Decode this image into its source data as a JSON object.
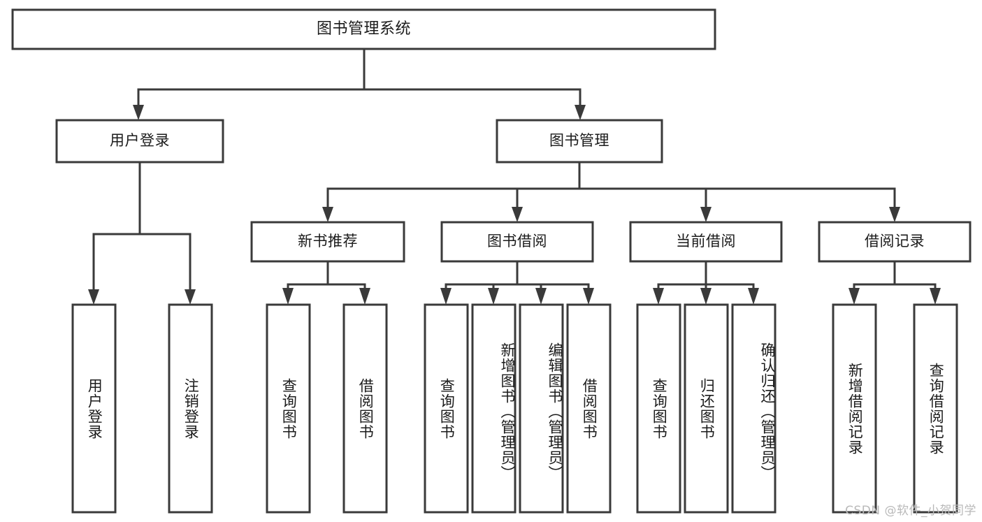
{
  "diagram": {
    "type": "tree-hierarchy-chart",
    "root": {
      "id": "root",
      "label": "图书管理系统",
      "orientation": "horizontal"
    },
    "level1": [
      {
        "id": "user-login",
        "label": "用户登录",
        "orientation": "horizontal"
      },
      {
        "id": "book-manage",
        "label": "图书管理",
        "orientation": "horizontal"
      }
    ],
    "level2": [
      {
        "id": "new-book-recommend",
        "label": "新书推荐",
        "orientation": "horizontal",
        "parent": "book-manage"
      },
      {
        "id": "book-borrow",
        "label": "图书借阅",
        "orientation": "horizontal",
        "parent": "book-manage"
      },
      {
        "id": "current-borrow",
        "label": "当前借阅",
        "orientation": "horizontal",
        "parent": "book-manage"
      },
      {
        "id": "borrow-record",
        "label": "借阅记录",
        "orientation": "horizontal",
        "parent": "book-manage"
      }
    ],
    "leaves": [
      {
        "id": "leaf-user-login",
        "label": "用户登录",
        "orientation": "vertical",
        "parent": "user-login"
      },
      {
        "id": "leaf-logout-login",
        "label": "注销登录",
        "orientation": "vertical",
        "parent": "user-login"
      },
      {
        "id": "leaf-query-book-1",
        "label": "查询图书",
        "orientation": "vertical",
        "parent": "new-book-recommend"
      },
      {
        "id": "leaf-borrow-book-1",
        "label": "借阅图书",
        "orientation": "vertical",
        "parent": "new-book-recommend"
      },
      {
        "id": "leaf-query-book-2",
        "label": "查询图书",
        "orientation": "vertical",
        "parent": "book-borrow"
      },
      {
        "id": "leaf-add-book-admin",
        "label": "新增图书（管理员）",
        "orientation": "vertical",
        "parent": "book-borrow"
      },
      {
        "id": "leaf-edit-book-admin",
        "label": "编辑图书（管理员）",
        "orientation": "vertical",
        "parent": "book-borrow"
      },
      {
        "id": "leaf-borrow-book-2",
        "label": "借阅图书",
        "orientation": "vertical",
        "parent": "book-borrow"
      },
      {
        "id": "leaf-query-book-3",
        "label": "查询图书",
        "orientation": "vertical",
        "parent": "current-borrow"
      },
      {
        "id": "leaf-return-book",
        "label": "归还图书",
        "orientation": "vertical",
        "parent": "current-borrow"
      },
      {
        "id": "leaf-confirm-return-admin",
        "label": "确认归还（管理员）",
        "orientation": "vertical",
        "parent": "current-borrow"
      },
      {
        "id": "leaf-add-borrow-record",
        "label": "新增借阅记录",
        "orientation": "vertical",
        "parent": "borrow-record"
      },
      {
        "id": "leaf-query-borrow-record",
        "label": "查询借阅记录",
        "orientation": "vertical",
        "parent": "borrow-record"
      }
    ]
  },
  "watermark": {
    "text": "CSDN @软件_小贺同学"
  },
  "colors": {
    "stroke": "#3a3a3a",
    "box_fill": "#ffffff",
    "text": "#1b1b1b",
    "background": "#ffffff",
    "watermark": "#b9b9b9"
  }
}
